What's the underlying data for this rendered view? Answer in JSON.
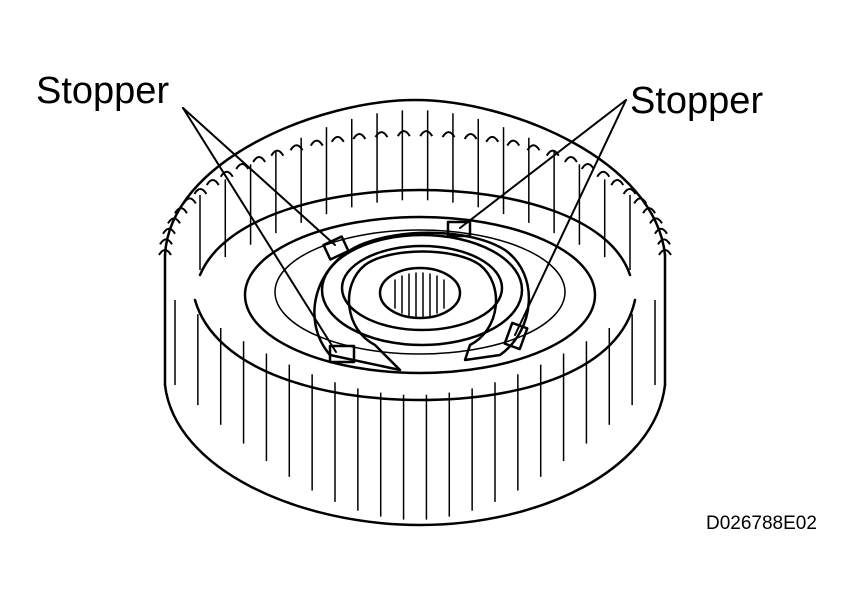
{
  "labels": {
    "stopper_left": "Stopper",
    "stopper_right": "Stopper"
  },
  "figure_id": "D026788E02",
  "colors": {
    "ink": "#000000",
    "paper": "#ffffff"
  }
}
